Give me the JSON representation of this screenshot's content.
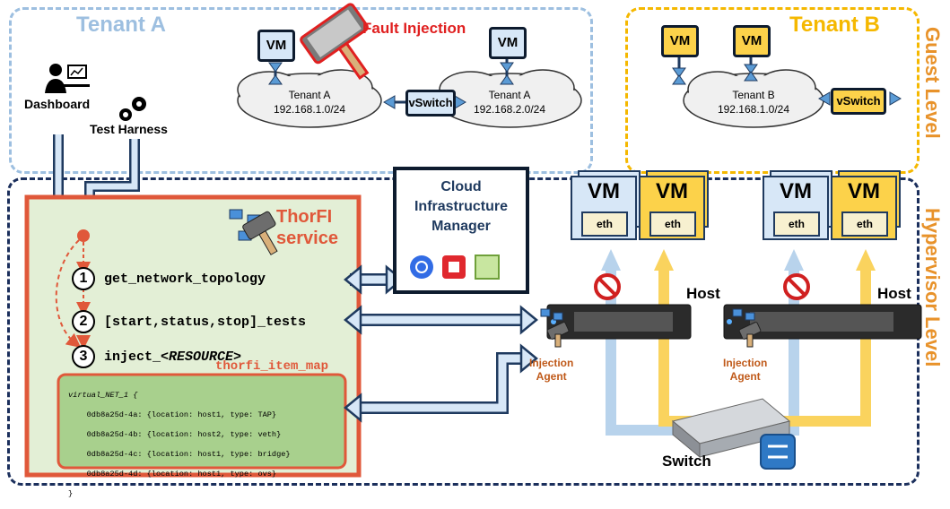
{
  "guest": {
    "level_label": "Guest Level",
    "tenant_a": {
      "title": "Tenant A",
      "vm_left": "VM",
      "vm_right": "VM",
      "fault_injection": "Fault Injection",
      "cloud_left_name": "Tenant A",
      "cloud_left_ip": "192.168.1.0/24",
      "cloud_right_name": "Tenant A",
      "cloud_right_ip": "192.168.2.0/24",
      "vswitch": "vSwitch",
      "dashboard": "Dashboard",
      "test_harness": "Test Harness"
    },
    "tenant_b": {
      "title": "Tenant B",
      "vm_left": "VM",
      "vm_right": "VM",
      "cloud_name": "Tenant B",
      "cloud_ip": "192.168.1.0/24",
      "vswitch": "vSwitch"
    }
  },
  "hypervisor": {
    "level_label": "Hypervisor Level",
    "thorfi": {
      "title_line1": "ThorFI",
      "title_line2": "service",
      "steps": [
        {
          "num": "1",
          "text": "get_network_topology"
        },
        {
          "num": "2",
          "text": "[start,status,stop]_tests"
        },
        {
          "num": "3",
          "text_prefix": "inject_",
          "text_italic": "<RESOURCE>"
        }
      ],
      "item_map_label": "thorfi_item_map",
      "code_lines": [
        "virtual_NET_1 {",
        "    0db8a25d-4a: {location: host1, type: TAP}",
        "    0db8a25d-4b: {location: host2, type: veth}",
        "    0db8a25d-4c: {location: host1, type: bridge}",
        "    0db8a25d-4d: {location: host1, type: ovs}",
        "}"
      ]
    },
    "cim": {
      "line1": "Cloud",
      "line2": "Infrastructure",
      "line3": "Manager"
    },
    "hosts": [
      {
        "label": "Host",
        "vm1": "VM",
        "vm2": "VM",
        "eth1": "eth",
        "eth2": "eth",
        "agent_line1": "Injection",
        "agent_line2": "Agent"
      },
      {
        "label": "Host",
        "vm1": "VM",
        "vm2": "VM",
        "eth1": "eth",
        "eth2": "eth",
        "agent_line1": "Injection",
        "agent_line2": "Agent"
      }
    ],
    "switch": "Switch"
  },
  "colors": {
    "tenant_a": "#9dbfe0",
    "tenant_b": "#f5b800",
    "hypervisor": "#1b2f5c",
    "guest_level": "#e8922a",
    "thorfi": "#e0583a",
    "thorfi_fill": "#e3efd6",
    "fault": "#e02020",
    "vm_navy": "#1f3a5f",
    "vm_yellow": "#fcd24a",
    "vm_light": "#d7e7f7"
  }
}
